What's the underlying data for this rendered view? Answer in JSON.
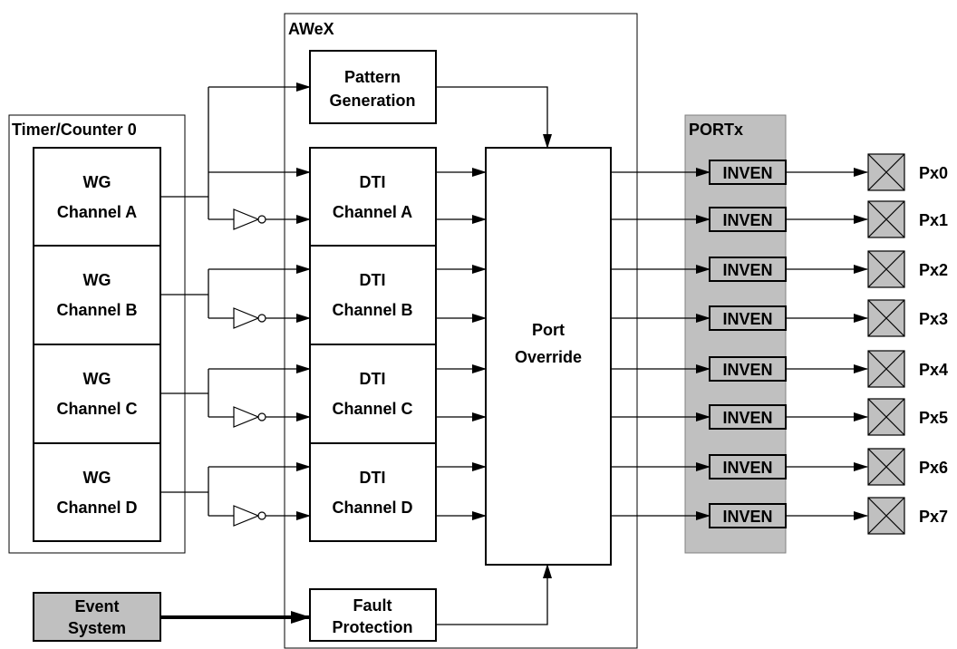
{
  "awex": {
    "title": "AWeX"
  },
  "timer": {
    "title": "Timer/Counter 0",
    "channels": [
      [
        "WG",
        "Channel A"
      ],
      [
        "WG",
        "Channel B"
      ],
      [
        "WG",
        "Channel C"
      ],
      [
        "WG",
        "Channel D"
      ]
    ]
  },
  "pattern": [
    "Pattern",
    "Generation"
  ],
  "dti": [
    [
      "DTI",
      "Channel A"
    ],
    [
      "DTI",
      "Channel B"
    ],
    [
      "DTI",
      "Channel C"
    ],
    [
      "DTI",
      "Channel D"
    ]
  ],
  "port_override": [
    "Port",
    "Override"
  ],
  "fault": [
    "Fault",
    "Protection"
  ],
  "event": [
    "Event",
    "System"
  ],
  "portx": {
    "title": "PORTx",
    "inven_label": "INVEN"
  },
  "pins": [
    "Px0",
    "Px1",
    "Px2",
    "Px3",
    "Px4",
    "Px5",
    "Px6",
    "Px7"
  ],
  "colors": {
    "shaded_fill": "#c0c0c0",
    "line": "#000000",
    "background": "#ffffff"
  }
}
